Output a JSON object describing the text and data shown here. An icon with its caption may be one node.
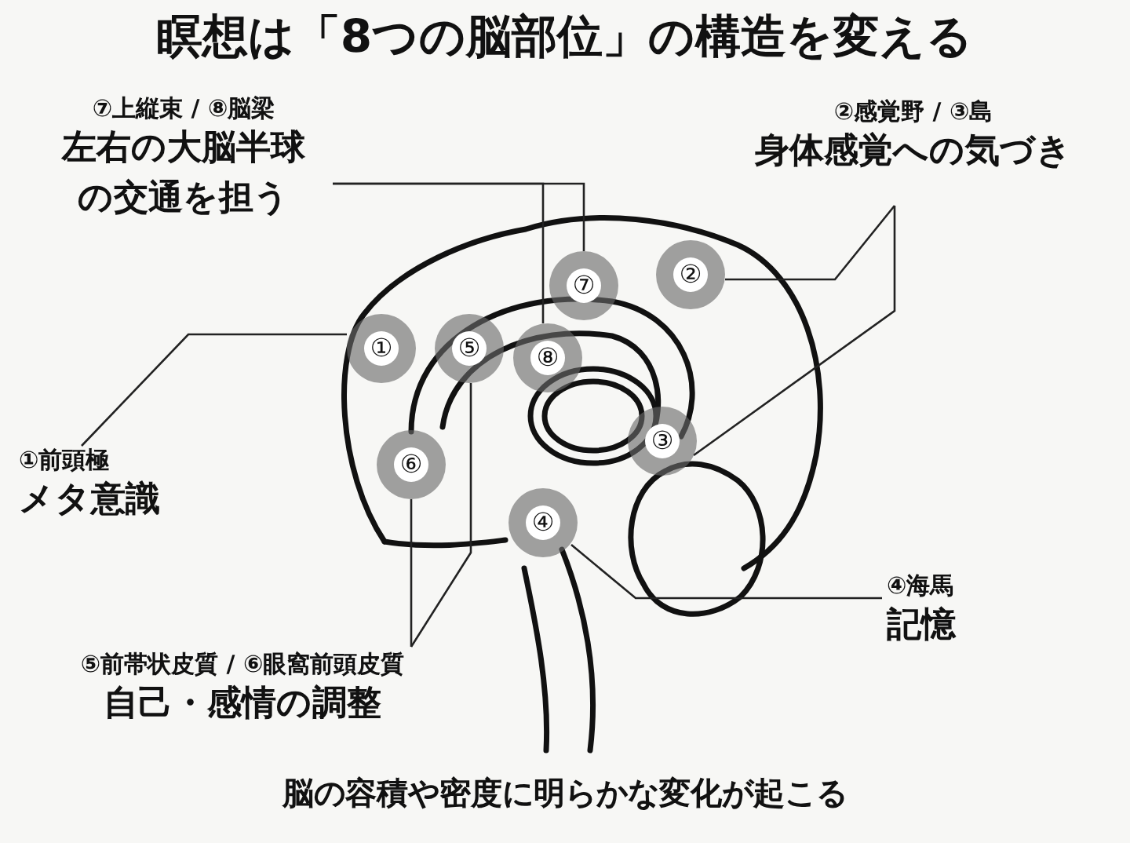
{
  "diagram": {
    "title": "瞑想は「8つの脳部位」の構造を変える",
    "caption": "脳の容積や密度に明らかな変化が起こる",
    "nodes": [
      {
        "text": [
          "⑦上縦束 / ⑧脳梁",
          "左右の大脳半球の交通を担う"
        ]
      },
      {
        "text": [
          "②感覚野 / ③島",
          "身体感覚への気づき"
        ]
      },
      {
        "text": [
          "⑦"
        ]
      },
      {
        "text": [
          "②"
        ]
      },
      {
        "text": [
          "①"
        ]
      },
      {
        "text": [
          "⑤"
        ]
      },
      {
        "text": [
          "⑧"
        ]
      },
      {
        "text": [
          "③"
        ]
      },
      {
        "text": [
          "⑥"
        ]
      },
      {
        "text": [
          "①前頭極",
          "メタ意識"
        ]
      },
      {
        "text": [
          "④"
        ]
      },
      {
        "text": [
          "④海馬",
          "記憶"
        ]
      },
      {
        "text": [
          "⑤前帯状皮質 / ⑥眼窩前頭皮質",
          "自己・感情の調整"
        ]
      }
    ],
    "edges": [
      {
        "from": 0,
        "to": 2,
        "arrow": "none"
      },
      {
        "from": 0,
        "to": 6,
        "arrow": "none"
      },
      {
        "from": 1,
        "to": 3,
        "arrow": "none"
      },
      {
        "from": 1,
        "to": 7,
        "arrow": "none"
      },
      {
        "from": 9,
        "to": 4,
        "arrow": "none"
      },
      {
        "from": 11,
        "to": 10,
        "arrow": "none"
      },
      {
        "from": 12,
        "to": 5,
        "arrow": "none"
      },
      {
        "from": 12,
        "to": 8,
        "arrow": "none"
      }
    ]
  }
}
